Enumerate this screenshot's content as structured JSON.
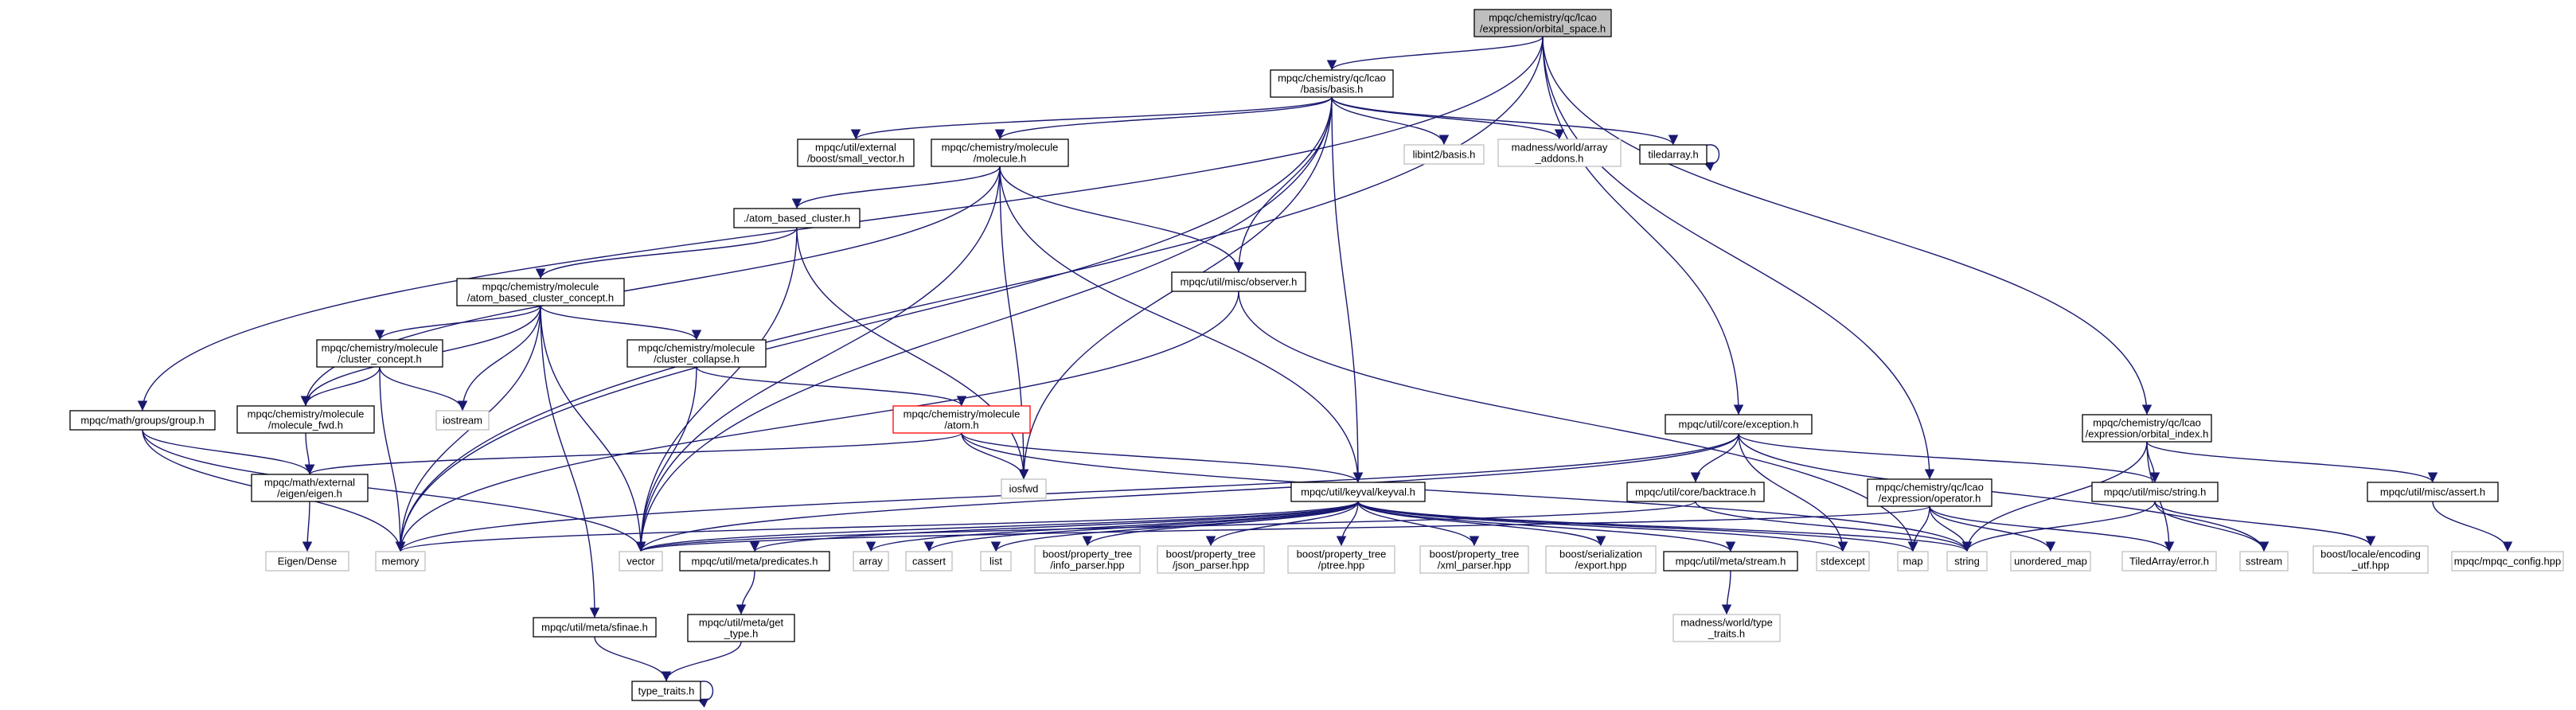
{
  "colors": {
    "edge": "#191970",
    "node_border": "#000000",
    "external_border": "#bfbfbf",
    "root_fill": "#bfbfbf",
    "truncated_border": "#ff0000",
    "background": "#ffffff"
  },
  "nodes": [
    {
      "id": "orbital_space",
      "lines": [
        "mpqc/chemistry/qc/lcao",
        "/expression/orbital_space.h"
      ],
      "kind": "root"
    },
    {
      "id": "basis",
      "lines": [
        "mpqc/chemistry/qc/lcao",
        "/basis/basis.h"
      ],
      "kind": "normal"
    },
    {
      "id": "small_vector",
      "lines": [
        "mpqc/util/external",
        "/boost/small_vector.h"
      ],
      "kind": "normal"
    },
    {
      "id": "molecule",
      "lines": [
        "mpqc/chemistry/molecule",
        "/molecule.h"
      ],
      "kind": "normal"
    },
    {
      "id": "libint2_basis",
      "lines": [
        "libint2/basis.h"
      ],
      "kind": "external"
    },
    {
      "id": "array_addons",
      "lines": [
        "madness/world/array",
        "_addons.h"
      ],
      "kind": "external"
    },
    {
      "id": "tiledarray",
      "lines": [
        "tiledarray.h"
      ],
      "kind": "normal"
    },
    {
      "id": "atom_based_cluster",
      "lines": [
        "./atom_based_cluster.h"
      ],
      "kind": "normal"
    },
    {
      "id": "observer",
      "lines": [
        "mpqc/util/misc/observer.h"
      ],
      "kind": "normal"
    },
    {
      "id": "abc_concept",
      "lines": [
        "mpqc/chemistry/molecule",
        "/atom_based_cluster_concept.h"
      ],
      "kind": "normal"
    },
    {
      "id": "cluster_concept",
      "lines": [
        "mpqc/chemistry/molecule",
        "/cluster_concept.h"
      ],
      "kind": "normal"
    },
    {
      "id": "cluster_collapse",
      "lines": [
        "mpqc/chemistry/molecule",
        "/cluster_collapse.h"
      ],
      "kind": "normal"
    },
    {
      "id": "iostream",
      "lines": [
        "iostream"
      ],
      "kind": "external"
    },
    {
      "id": "molecule_fwd",
      "lines": [
        "mpqc/chemistry/molecule",
        "/molecule_fwd.h"
      ],
      "kind": "normal"
    },
    {
      "id": "group",
      "lines": [
        "mpqc/math/groups/group.h"
      ],
      "kind": "normal"
    },
    {
      "id": "atom",
      "lines": [
        "mpqc/chemistry/molecule",
        "/atom.h"
      ],
      "kind": "truncated"
    },
    {
      "id": "eigen",
      "lines": [
        "mpqc/math/external",
        "/eigen/eigen.h"
      ],
      "kind": "normal"
    },
    {
      "id": "iosfwd",
      "lines": [
        "iosfwd"
      ],
      "kind": "external"
    },
    {
      "id": "exception",
      "lines": [
        "mpqc/util/core/exception.h"
      ],
      "kind": "normal"
    },
    {
      "id": "keyval",
      "lines": [
        "mpqc/util/keyval/keyval.h"
      ],
      "kind": "normal"
    },
    {
      "id": "backtrace",
      "lines": [
        "mpqc/util/core/backtrace.h"
      ],
      "kind": "normal"
    },
    {
      "id": "operator",
      "lines": [
        "mpqc/chemistry/qc/lcao",
        "/expression/operator.h"
      ],
      "kind": "normal"
    },
    {
      "id": "orbital_index",
      "lines": [
        "mpqc/chemistry/qc/lcao",
        "/expression/orbital_index.h"
      ],
      "kind": "normal"
    },
    {
      "id": "misc_string",
      "lines": [
        "mpqc/util/misc/string.h"
      ],
      "kind": "normal"
    },
    {
      "id": "misc_assert",
      "lines": [
        "mpqc/util/misc/assert.h"
      ],
      "kind": "normal"
    },
    {
      "id": "eigen_dense",
      "lines": [
        "Eigen/Dense"
      ],
      "kind": "external"
    },
    {
      "id": "memory",
      "lines": [
        "memory"
      ],
      "kind": "external"
    },
    {
      "id": "vector",
      "lines": [
        "vector"
      ],
      "kind": "external"
    },
    {
      "id": "predicates",
      "lines": [
        "mpqc/util/meta/predicates.h"
      ],
      "kind": "normal"
    },
    {
      "id": "array",
      "lines": [
        "array"
      ],
      "kind": "external"
    },
    {
      "id": "cassert",
      "lines": [
        "cassert"
      ],
      "kind": "external"
    },
    {
      "id": "list",
      "lines": [
        "list"
      ],
      "kind": "external"
    },
    {
      "id": "info_parser",
      "lines": [
        "boost/property_tree",
        "/info_parser.hpp"
      ],
      "kind": "external"
    },
    {
      "id": "json_parser",
      "lines": [
        "boost/property_tree",
        "/json_parser.hpp"
      ],
      "kind": "external"
    },
    {
      "id": "ptree",
      "lines": [
        "boost/property_tree",
        "/ptree.hpp"
      ],
      "kind": "external"
    },
    {
      "id": "xml_parser",
      "lines": [
        "boost/property_tree",
        "/xml_parser.hpp"
      ],
      "kind": "external"
    },
    {
      "id": "ser_export",
      "lines": [
        "boost/serialization",
        "/export.hpp"
      ],
      "kind": "external"
    },
    {
      "id": "meta_stream",
      "lines": [
        "mpqc/util/meta/stream.h"
      ],
      "kind": "normal"
    },
    {
      "id": "stdexcept",
      "lines": [
        "stdexcept"
      ],
      "kind": "external"
    },
    {
      "id": "map",
      "lines": [
        "map"
      ],
      "kind": "external"
    },
    {
      "id": "string",
      "lines": [
        "string"
      ],
      "kind": "external"
    },
    {
      "id": "unordered_map",
      "lines": [
        "unordered_map"
      ],
      "kind": "external"
    },
    {
      "id": "ta_error",
      "lines": [
        "TiledArray/error.h"
      ],
      "kind": "external"
    },
    {
      "id": "sstream",
      "lines": [
        "sstream"
      ],
      "kind": "external"
    },
    {
      "id": "encoding_utf",
      "lines": [
        "boost/locale/encoding",
        "_utf.hpp"
      ],
      "kind": "external"
    },
    {
      "id": "mpqc_config",
      "lines": [
        "mpqc/mpqc_config.hpp"
      ],
      "kind": "external"
    },
    {
      "id": "get_type",
      "lines": [
        "mpqc/util/meta/get",
        "_type.h"
      ],
      "kind": "normal"
    },
    {
      "id": "type_traits_madness",
      "lines": [
        "madness/world/type",
        "_traits.h"
      ],
      "kind": "external"
    },
    {
      "id": "sfinae",
      "lines": [
        "mpqc/util/meta/sfinae.h"
      ],
      "kind": "normal"
    },
    {
      "id": "type_traits",
      "lines": [
        "type_traits.h"
      ],
      "kind": "normal"
    }
  ],
  "edges": [
    [
      "orbital_space",
      "basis"
    ],
    [
      "orbital_space",
      "memory"
    ],
    [
      "orbital_space",
      "group"
    ],
    [
      "orbital_space",
      "exception"
    ],
    [
      "orbital_space",
      "operator"
    ],
    [
      "orbital_space",
      "orbital_index"
    ],
    [
      "basis",
      "small_vector"
    ],
    [
      "basis",
      "molecule"
    ],
    [
      "basis",
      "libint2_basis"
    ],
    [
      "basis",
      "array_addons"
    ],
    [
      "basis",
      "tiledarray"
    ],
    [
      "basis",
      "iosfwd"
    ],
    [
      "basis",
      "observer"
    ],
    [
      "basis",
      "keyval"
    ],
    [
      "basis",
      "memory"
    ],
    [
      "basis",
      "vector"
    ],
    [
      "tiledarray",
      "tiledarray"
    ],
    [
      "molecule",
      "atom_based_cluster"
    ],
    [
      "molecule",
      "molecule_fwd"
    ],
    [
      "molecule",
      "observer"
    ],
    [
      "molecule",
      "keyval"
    ],
    [
      "molecule",
      "iosfwd"
    ],
    [
      "molecule",
      "vector"
    ],
    [
      "atom_based_cluster",
      "abc_concept"
    ],
    [
      "atom_based_cluster",
      "iosfwd"
    ],
    [
      "atom_based_cluster",
      "vector"
    ],
    [
      "abc_concept",
      "cluster_concept"
    ],
    [
      "abc_concept",
      "cluster_collapse"
    ],
    [
      "abc_concept",
      "molecule_fwd"
    ],
    [
      "abc_concept",
      "iostream"
    ],
    [
      "abc_concept",
      "memory"
    ],
    [
      "abc_concept",
      "vector"
    ],
    [
      "abc_concept",
      "sfinae"
    ],
    [
      "cluster_concept",
      "molecule_fwd"
    ],
    [
      "cluster_concept",
      "iostream"
    ],
    [
      "cluster_concept",
      "memory"
    ],
    [
      "cluster_collapse",
      "atom"
    ],
    [
      "cluster_collapse",
      "vector"
    ],
    [
      "observer",
      "map"
    ],
    [
      "observer",
      "memory"
    ],
    [
      "atom",
      "eigen"
    ],
    [
      "atom",
      "iosfwd"
    ],
    [
      "atom",
      "keyval"
    ],
    [
      "atom",
      "string"
    ],
    [
      "group",
      "eigen"
    ],
    [
      "group",
      "memory"
    ],
    [
      "group",
      "vector"
    ],
    [
      "molecule_fwd",
      "eigen"
    ],
    [
      "eigen",
      "eigen_dense"
    ],
    [
      "exception",
      "backtrace"
    ],
    [
      "exception",
      "misc_string"
    ],
    [
      "exception",
      "stdexcept"
    ],
    [
      "exception",
      "memory"
    ],
    [
      "exception",
      "vector"
    ],
    [
      "exception",
      "sstream"
    ],
    [
      "backtrace",
      "string"
    ],
    [
      "backtrace",
      "vector"
    ],
    [
      "keyval",
      "memory"
    ],
    [
      "keyval",
      "vector"
    ],
    [
      "keyval",
      "predicates"
    ],
    [
      "keyval",
      "array"
    ],
    [
      "keyval",
      "cassert"
    ],
    [
      "keyval",
      "list"
    ],
    [
      "keyval",
      "info_parser"
    ],
    [
      "keyval",
      "json_parser"
    ],
    [
      "keyval",
      "ptree"
    ],
    [
      "keyval",
      "xml_parser"
    ],
    [
      "keyval",
      "ser_export"
    ],
    [
      "keyval",
      "meta_stream"
    ],
    [
      "keyval",
      "stdexcept"
    ],
    [
      "keyval",
      "map"
    ],
    [
      "keyval",
      "string"
    ],
    [
      "operator",
      "string"
    ],
    [
      "operator",
      "map"
    ],
    [
      "operator",
      "unordered_map"
    ],
    [
      "operator",
      "ta_error"
    ],
    [
      "operator",
      "vector"
    ],
    [
      "orbital_index",
      "misc_string"
    ],
    [
      "orbital_index",
      "misc_assert"
    ],
    [
      "orbital_index",
      "ta_error"
    ],
    [
      "orbital_index",
      "string"
    ],
    [
      "misc_string",
      "string"
    ],
    [
      "misc_string",
      "sstream"
    ],
    [
      "misc_string",
      "encoding_utf"
    ],
    [
      "misc_assert",
      "mpqc_config"
    ],
    [
      "predicates",
      "get_type"
    ],
    [
      "get_type",
      "type_traits"
    ],
    [
      "meta_stream",
      "type_traits_madness"
    ],
    [
      "sfinae",
      "type_traits"
    ],
    [
      "type_traits",
      "type_traits"
    ]
  ]
}
